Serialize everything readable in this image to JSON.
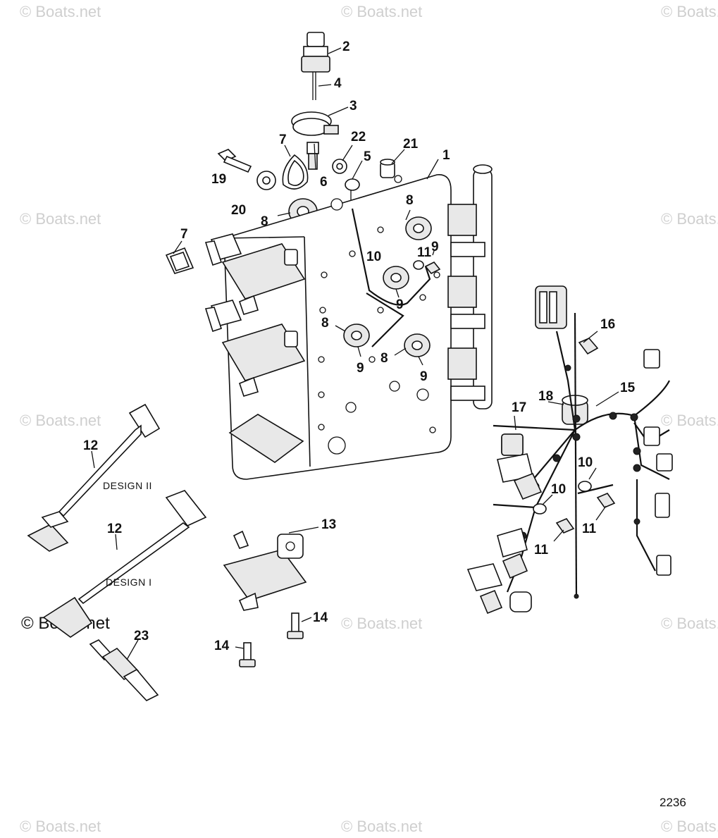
{
  "watermarks": {
    "text": "© Boats.net",
    "foreground_text": "© Boats.net"
  },
  "callouts": {
    "c1": "1",
    "c2": "2",
    "c3": "3",
    "c4": "4",
    "c5": "5",
    "c6": "6",
    "c7a": "7",
    "c7b": "7",
    "c8a": "8",
    "c8b": "8",
    "c8c": "8",
    "c8d": "8",
    "c9a": "9",
    "c9b": "9",
    "c9c": "9",
    "c9d": "9",
    "c10a": "10",
    "c10b": "10",
    "c10c": "10",
    "c11a": "11",
    "c11b": "11",
    "c11c": "11",
    "c12a": "12",
    "c12b": "12",
    "c13": "13",
    "c14a": "14",
    "c14b": "14",
    "c15": "15",
    "c16": "16",
    "c17": "17",
    "c18": "18",
    "c19": "19",
    "c20": "20",
    "c21": "21",
    "c22": "22",
    "c23": "23"
  },
  "design_labels": {
    "design_two": "DESIGN II",
    "design_one": "DESIGN I"
  },
  "figure_number": "2236"
}
